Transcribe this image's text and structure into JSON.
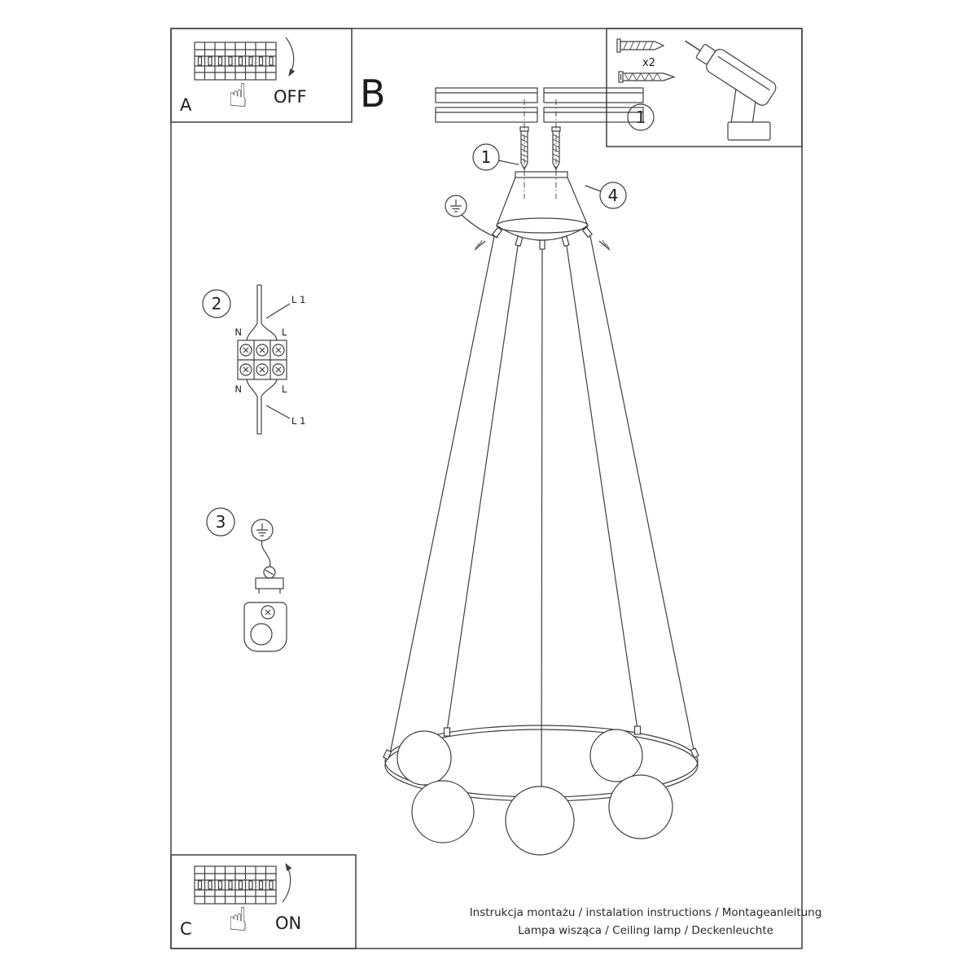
{
  "footer": {
    "line1": "Instrukcja montażu / instalation instructions / Montageanleitung",
    "line2": "Lampa wisząca / Ceiling lamp / Deckenleuchte"
  },
  "panel_a": {
    "label": "A",
    "switch_state": "OFF"
  },
  "panel_c": {
    "label": "C",
    "switch_state": "ON"
  },
  "panel_tools": {
    "step": "1",
    "anchors_qty": "x2"
  },
  "step_b_label": "B",
  "callouts": {
    "screws": "1",
    "canopy": "4"
  },
  "panel_wiring": {
    "step": "2",
    "labels": {
      "top_l1": "L 1",
      "top_n": "N",
      "top_l": "L",
      "bottom_n": "N",
      "bottom_l": "L",
      "bottom_l1": "L 1"
    }
  },
  "panel_ground": {
    "step": "3"
  },
  "icons": {
    "hand": "☝"
  }
}
